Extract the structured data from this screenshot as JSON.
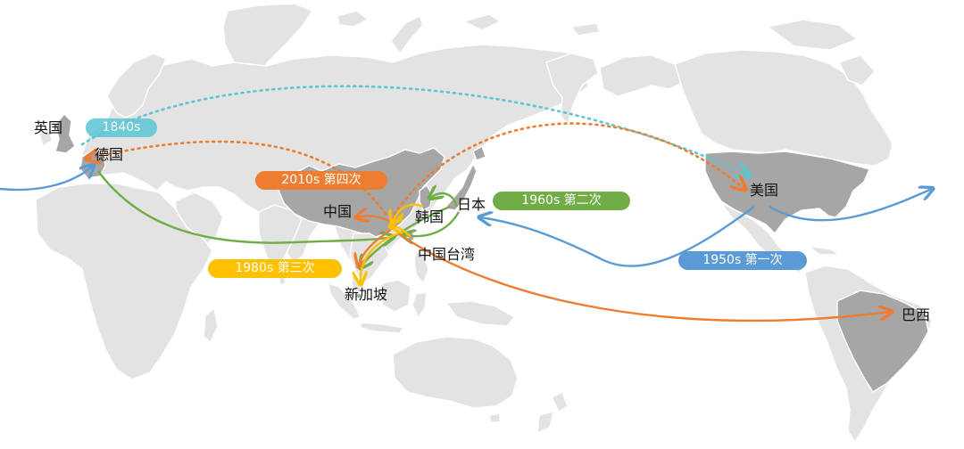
{
  "colors": {
    "land": "#e3e3e3",
    "highlight_land": "#a6a6a6",
    "wave_1840s": "#5bc6d6",
    "wave_1950s": "#5b9bd5",
    "wave_1960s": "#70ad47",
    "wave_1980s": "#ffc000",
    "wave_2010s": "#ed7d31"
  },
  "countries": {
    "uk": "英国",
    "germany": "德国",
    "usa": "美国",
    "japan": "日本",
    "korea": "韩国",
    "china": "中国",
    "taiwan": "中国台湾",
    "singapore": "新加坡",
    "brazil": "巴西"
  },
  "waves": {
    "w1840": "1840s",
    "w1950": "1950s 第一次",
    "w1960": "1960s 第二次",
    "w1980": "1980s 第三次",
    "w2010": "2010s 第四次"
  }
}
